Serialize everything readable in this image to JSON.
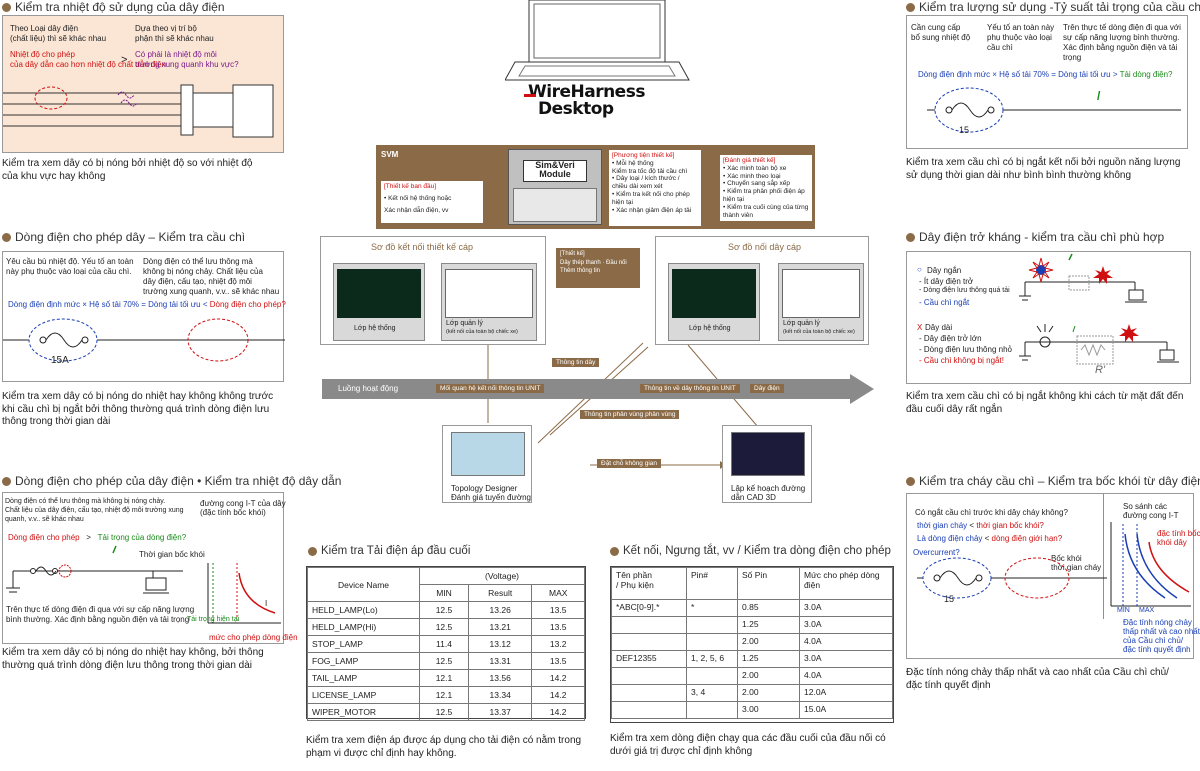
{
  "s1": {
    "title": "Kiểm tra nhiệt độ sử dụng của dây điện",
    "n1a": "Theo Loại dây điện",
    "n1b": "(chất liệu) thì sẽ khác nhau",
    "n2a": "Dựa theo vị trí bộ",
    "n2b": "phận thì sẽ khác nhau",
    "r1a": "Nhiệt độ cho phép",
    "r1b": "của dây dẫn cao hơn nhiệt độ chất dẫn điện",
    "p1a": "Có phải là nhiệt độ môi",
    "p1b": "trường xung quanh khu vực?",
    "cap1": "Kiểm tra xem dây có bị nóng bởi nhiệt độ so với nhiệt độ",
    "cap2": "của khu vực hay không"
  },
  "s2": {
    "title": "Dòng điện cho phép dây – Kiểm tra cầu chì",
    "a1": "Yêu cầu bù nhiệt độ. Yếu tố an toàn",
    "a2": "này phụ thuộc vào loại của cầu chì.",
    "b1": "Dòng điện có thể lưu thông mà",
    "b2": "không bị nóng chảy. Chất liệu của",
    "b3": "dây điện, cấu tạo, nhiệt độ môi",
    "b4": "trường xung quanh, v.v.. sẽ khác nhau",
    "f_a": "Dòng điện định mức × Hệ số tải 70% = Dòng tải tối ưu <",
    "f_b": "Dòng điện cho phép?",
    "fuse": "15A",
    "cap1": "Kiểm tra xem dây có bị nóng do nhiệt hay không không trước",
    "cap2": "khi cầu chì bị ngắt bởi thông thường quá trình dòng điện lưu",
    "cap3": "thông trong thời gian dài"
  },
  "s3": {
    "title": "Dòng điện cho phép của dây điện • Kiểm tra nhiệt độ dây dẫn",
    "a1": "Dòng điện có thể lưu thông mà không bị nóng chảy.",
    "a2": "Chất liệu của dây điện, cấu tạo, nhiệt độ môi trường xung",
    "a3": "quanh, v.v.. sẽ khác nhau",
    "eq_a": "Dòng điện cho phép",
    "eq_b": ">",
    "eq_c": "Tải trọng của dòng điện?",
    "b1": "đường cong I-T của dây",
    "b2": "(đặc tính bốc khói)",
    "smoke": "Thời gian bốc khói",
    "bot1": "Trên thực tế dòng điện đi qua với sự cấp năng lượng",
    "bot2": "bình thường. Xác định bằng nguồn điện và tải trọng",
    "load": "Tải trọng hiện tại",
    "allow": "mức cho phép dòng điện",
    "axisI": "I",
    "cap1": "Kiểm tra xem dây có bị nóng do nhiệt hay không, bởi thông",
    "cap2": "thường quá trình dòng điện lưu thông trong thời gian dài"
  },
  "center": {
    "logo1": "WireHarness",
    "logo2": "Desktop",
    "svm": "SVM",
    "box1_title": "[Thiết kế ban đầu]",
    "box1_1": "• Kết nối hệ thống hoặc",
    "box1_2": "Xác nhận dẫn điện, vv",
    "mod1": "Sim&Veri",
    "mod2": "Module",
    "box2_title": "[Phương tiện thiết kế]",
    "box2_lines": [
      "• Mỗi hệ thống",
      "Kiểm tra tốc độ tải cầu chì",
      "• Dây loại / kích thước /",
      "chiều dài xem xét",
      "• Kiểm tra kết nối cho phép",
      "hiện tại",
      "• Xác nhận giảm điện áp tải"
    ],
    "box3_title": "[Đánh giá thiết kế]",
    "box3_lines": [
      "• Xác minh toàn bộ xe",
      "• Xác minh theo loại",
      "• Chuyển sang sắp xếp",
      "• Kiểm tra phân phối điện áp hiện tại",
      "• Kiểm tra cuối cùng của từng thành viên"
    ],
    "left_pane": "Sơ đồ kết nối thiết kế cáp",
    "right_pane": "Sơ đồ nối dây cáp",
    "sys": "Lớp hệ thống",
    "mgmt": "Lớp quản lý",
    "mgmt2": "(kết nối của toàn bộ chiếc xe)",
    "mid1": "[Thiết kế]",
    "mid2": "Dây thép thanh · Đầu nối",
    "mid3": "Thêm thông tin",
    "info_wire": "Thông tin dây",
    "flow": "Luồng hoạt động",
    "unit1": "Mối quan hệ kết nối thông tin UNIT",
    "unit2": "Thông tin về dây thông tin UNIT",
    "elec": "Dây điện",
    "route": "Thông tin phản vùng phản vùng",
    "topo1": "Topology Designer",
    "topo2": "Đánh giá tuyến đường",
    "space": "Đặt chỗ không gian",
    "cad1": "Lập kế hoạch đường",
    "cad2": "dẫn CAD 3D"
  },
  "s4": {
    "title": "Kiểm tra Tải điện áp đầu cuối",
    "col_device": "Device Name",
    "col_group": "(Voltage)",
    "cols": [
      "MIN",
      "Result",
      "MAX"
    ],
    "rows": [
      [
        "HELD_LAMP(Lo)",
        "12.5",
        "13.26",
        "13.5"
      ],
      [
        "HELD_LAMP(Hi)",
        "12.5",
        "13.21",
        "13.5"
      ],
      [
        "STOP_LAMP",
        "11.4",
        "13.12",
        "13.2"
      ],
      [
        "FOG_LAMP",
        "12.5",
        "13.31",
        "13.5"
      ],
      [
        "TAIL_LAMP",
        "12.1",
        "13.56",
        "14.2"
      ],
      [
        "LICENSE_LAMP",
        "12.1",
        "13.34",
        "14.2"
      ],
      [
        "WIPER_MOTOR",
        "12.5",
        "13.37",
        "14.2"
      ]
    ],
    "cap1": "Kiểm tra xem điện áp được áp dụng cho tải điện có nằm trong",
    "cap2": "phạm vi được chỉ định hay không."
  },
  "s5": {
    "title": "Kết nối, Ngưng tắt, vv / Kiểm tra dòng điện cho phép",
    "h1a": "Tên phần",
    "h1b": "/ Phụ kiện",
    "h2": "Pin#",
    "h3": "Số Pin",
    "h4": "Mức cho phép dòng điện",
    "rows": [
      [
        "*ABC[0-9].*",
        "*",
        "0.85",
        "3.0A"
      ],
      [
        "",
        "",
        "1.25",
        "3.0A"
      ],
      [
        "",
        "",
        "2.00",
        "4.0A"
      ],
      [
        "DEF12355",
        "1, 2, 5, 6",
        "1.25",
        "3.0A"
      ],
      [
        "",
        "",
        "2.00",
        "4.0A"
      ],
      [
        "",
        "3, 4",
        "2.00",
        "12.0A"
      ],
      [
        "",
        "",
        "3.00",
        "15.0A"
      ]
    ],
    "cap1": "Kiểm tra xem dòng điện chạy qua các đầu cuối của đầu nối có",
    "cap2": "dưới giá trị được chỉ định không"
  },
  "s6": {
    "title": "Kiểm tra lượng sử dụng -Tỷ suất tải trọng của cầu chì",
    "n1a": "Cần cung cấp",
    "n1b": "bổ sung nhiệt độ",
    "n2a": "Yếu tố an toàn này",
    "n2b": "phụ thuộc vào loại",
    "n2c": "cầu chì",
    "n3a": "Trên thực tế dòng điện đi qua với",
    "n3b": "sự cấp năng lượng bình thường.",
    "n3c": "Xác định bằng nguồn điện và tải",
    "n3d": "trọng",
    "f_a": "Dòng điện định mức × Hệ số tải 70% = Dòng tải tối ưu >",
    "f_b": "Tải dòng điện?",
    "fuse": "15",
    "slash": "/",
    "cap1": "Kiểm tra xem cầu chì có bị ngắt kết nối bởi nguồn năng lượng",
    "cap2": "sử dụng thời gian dài như bình bình thường không"
  },
  "s7": {
    "title": "Dây điện trở kháng - kiểm tra cầu chì phù hợp",
    "o_mark": "○",
    "o1": "Dây ngắn",
    "o2": "- Ít dây điện trở",
    "o3": "- Dòng điện lưu thông quá tải",
    "o4": "- Cầu chì ngắt",
    "x_mark": "X",
    "x1": "Dây dài",
    "x2": "- Dây điện trở lớn",
    "x3": "- Dòng điện lưu thông nhỏ",
    "x4": "- Cầu chì không bị ngắt!",
    "R": "R'",
    "cap1": "Kiểm tra xem cầu chì có bị ngắt không khi cách từ mặt đất đến",
    "cap2": "đầu cuối dây rất ngắn"
  },
  "s8": {
    "title": "Kiểm tra cháy cầu chì – Kiểm tra bốc khói từ dây điện",
    "q1": "Có ngắt cầu chì trước khi dây cháy không?",
    "q2a": "thời gian cháy",
    "q2b": "<",
    "q2c": "thời gian bốc khói?",
    "q3a": "Là dòng điện chảy",
    "q3b": "<",
    "q3c": "dòng điện giới hạn?",
    "over": "Overcurrent?",
    "smoke1": "Bốc khói",
    "smoke2": "thời gian cháy",
    "fuse": "15",
    "cmp1": "So sánh các",
    "cmp2": "đường cong I-T",
    "w1": "đặc tính bốc",
    "w2": "khói dây",
    "min": "MIN",
    "max": "MAX",
    "n1": "Đặc tính nóng chảy",
    "n2": "thấp nhất và cao nhất",
    "n3": "của Cầu chì chủ/",
    "n4": "đặc tính quyết định",
    "cap1": "Đặc tính nóng chảy thấp nhất và cao nhất của Cầu chì chủ/",
    "cap2": "đặc tính quyết định"
  }
}
